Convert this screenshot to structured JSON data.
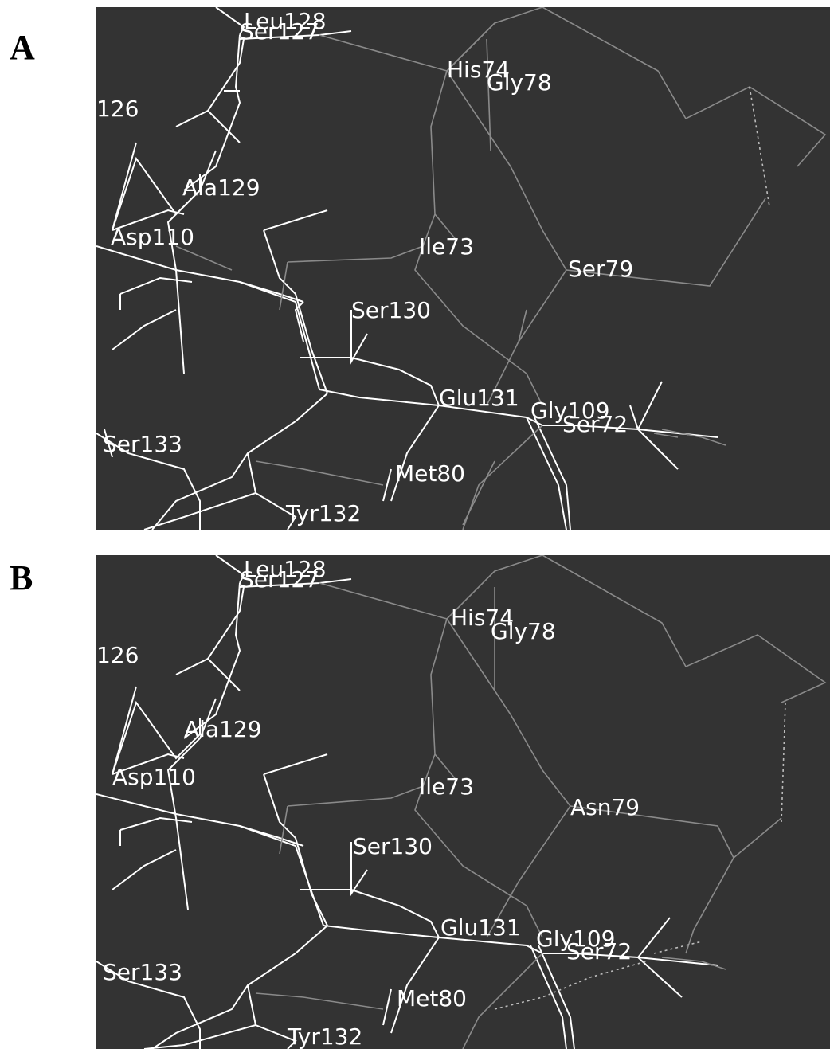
{
  "panels": [
    {
      "letter": "A",
      "labels": {
        "leu128": "Leu128",
        "ser127": "Ser127",
        "his74": "His74",
        "gly78": "Gly78",
        "r126": "126",
        "ala129": "Ala129",
        "asp110": "Asp110",
        "ile73": "Ile73",
        "res79": "Ser79",
        "ser130": "Ser130",
        "glu131": "Glu131",
        "gly109": "Gly109",
        "ser72": "Ser72",
        "ser133": "Ser133",
        "met80": "Met80",
        "tyr132": "Tyr132"
      }
    },
    {
      "letter": "B",
      "labels": {
        "leu128": "Leu128",
        "ser127": "Ser127",
        "his74": "His74",
        "gly78": "Gly78",
        "r126": "126",
        "ala129": "Ala129",
        "asp110": "Asp110",
        "ile73": "Ile73",
        "res79": "Asn79",
        "ser130": "Ser130",
        "glu131": "Glu131",
        "gly109": "Gly109",
        "ser72": "Ser72",
        "ser133": "Ser133",
        "met80": "Met80",
        "tyr132": "Tyr132"
      }
    }
  ]
}
